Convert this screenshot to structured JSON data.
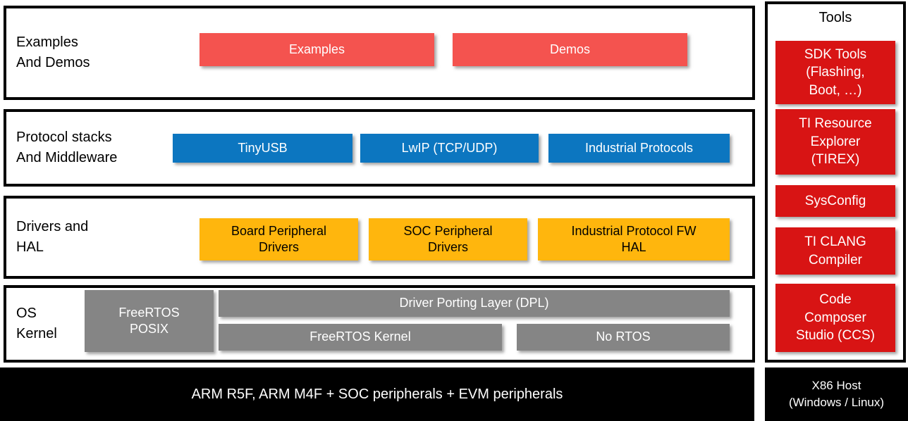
{
  "palette": {
    "salmon_red": "#F4534F",
    "ti_red": "#D81414",
    "blue": "#0C76C0",
    "yellow": "#FFB60D",
    "gray": "#858585",
    "black": "#000000",
    "white": "#FFFFFF"
  },
  "layers": {
    "examples": {
      "label": "Examples\nAnd Demos",
      "blocks": {
        "examples": "Examples",
        "demos": "Demos"
      }
    },
    "protocol": {
      "label": "Protocol stacks\nAnd Middleware",
      "blocks": {
        "tinyusb": "TinyUSB",
        "lwip": "LwIP  (TCP/UDP)",
        "industrial": "Industrial Protocols"
      }
    },
    "drivers": {
      "label": "Drivers and\nHAL",
      "blocks": {
        "board": "Board Peripheral\nDrivers",
        "soc": "SOC Peripheral\nDrivers",
        "industrial_fw": "Industrial Protocol FW\nHAL"
      }
    },
    "os": {
      "label": "OS\nKernel",
      "blocks": {
        "posix": "FreeRTOS\nPOSIX",
        "dpl": "Driver Porting Layer (DPL)",
        "freertos_kernel": "FreeRTOS Kernel",
        "no_rtos": "No RTOS"
      }
    }
  },
  "hardware_bar": {
    "label": "ARM R5F, ARM M4F + SOC peripherals + EVM peripherals"
  },
  "tools": {
    "title": "Tools",
    "items": {
      "sdk_tools": "SDK Tools\n(Flashing,\nBoot, …)",
      "tirex": "TI Resource\nExplorer\n(TIREX)",
      "sysconfig": "SysConfig",
      "clang": "TI CLANG\nCompiler",
      "ccs": "Code\nComposer\nStudio (CCS)"
    },
    "host": "X86 Host\n(Windows / Linux)"
  }
}
